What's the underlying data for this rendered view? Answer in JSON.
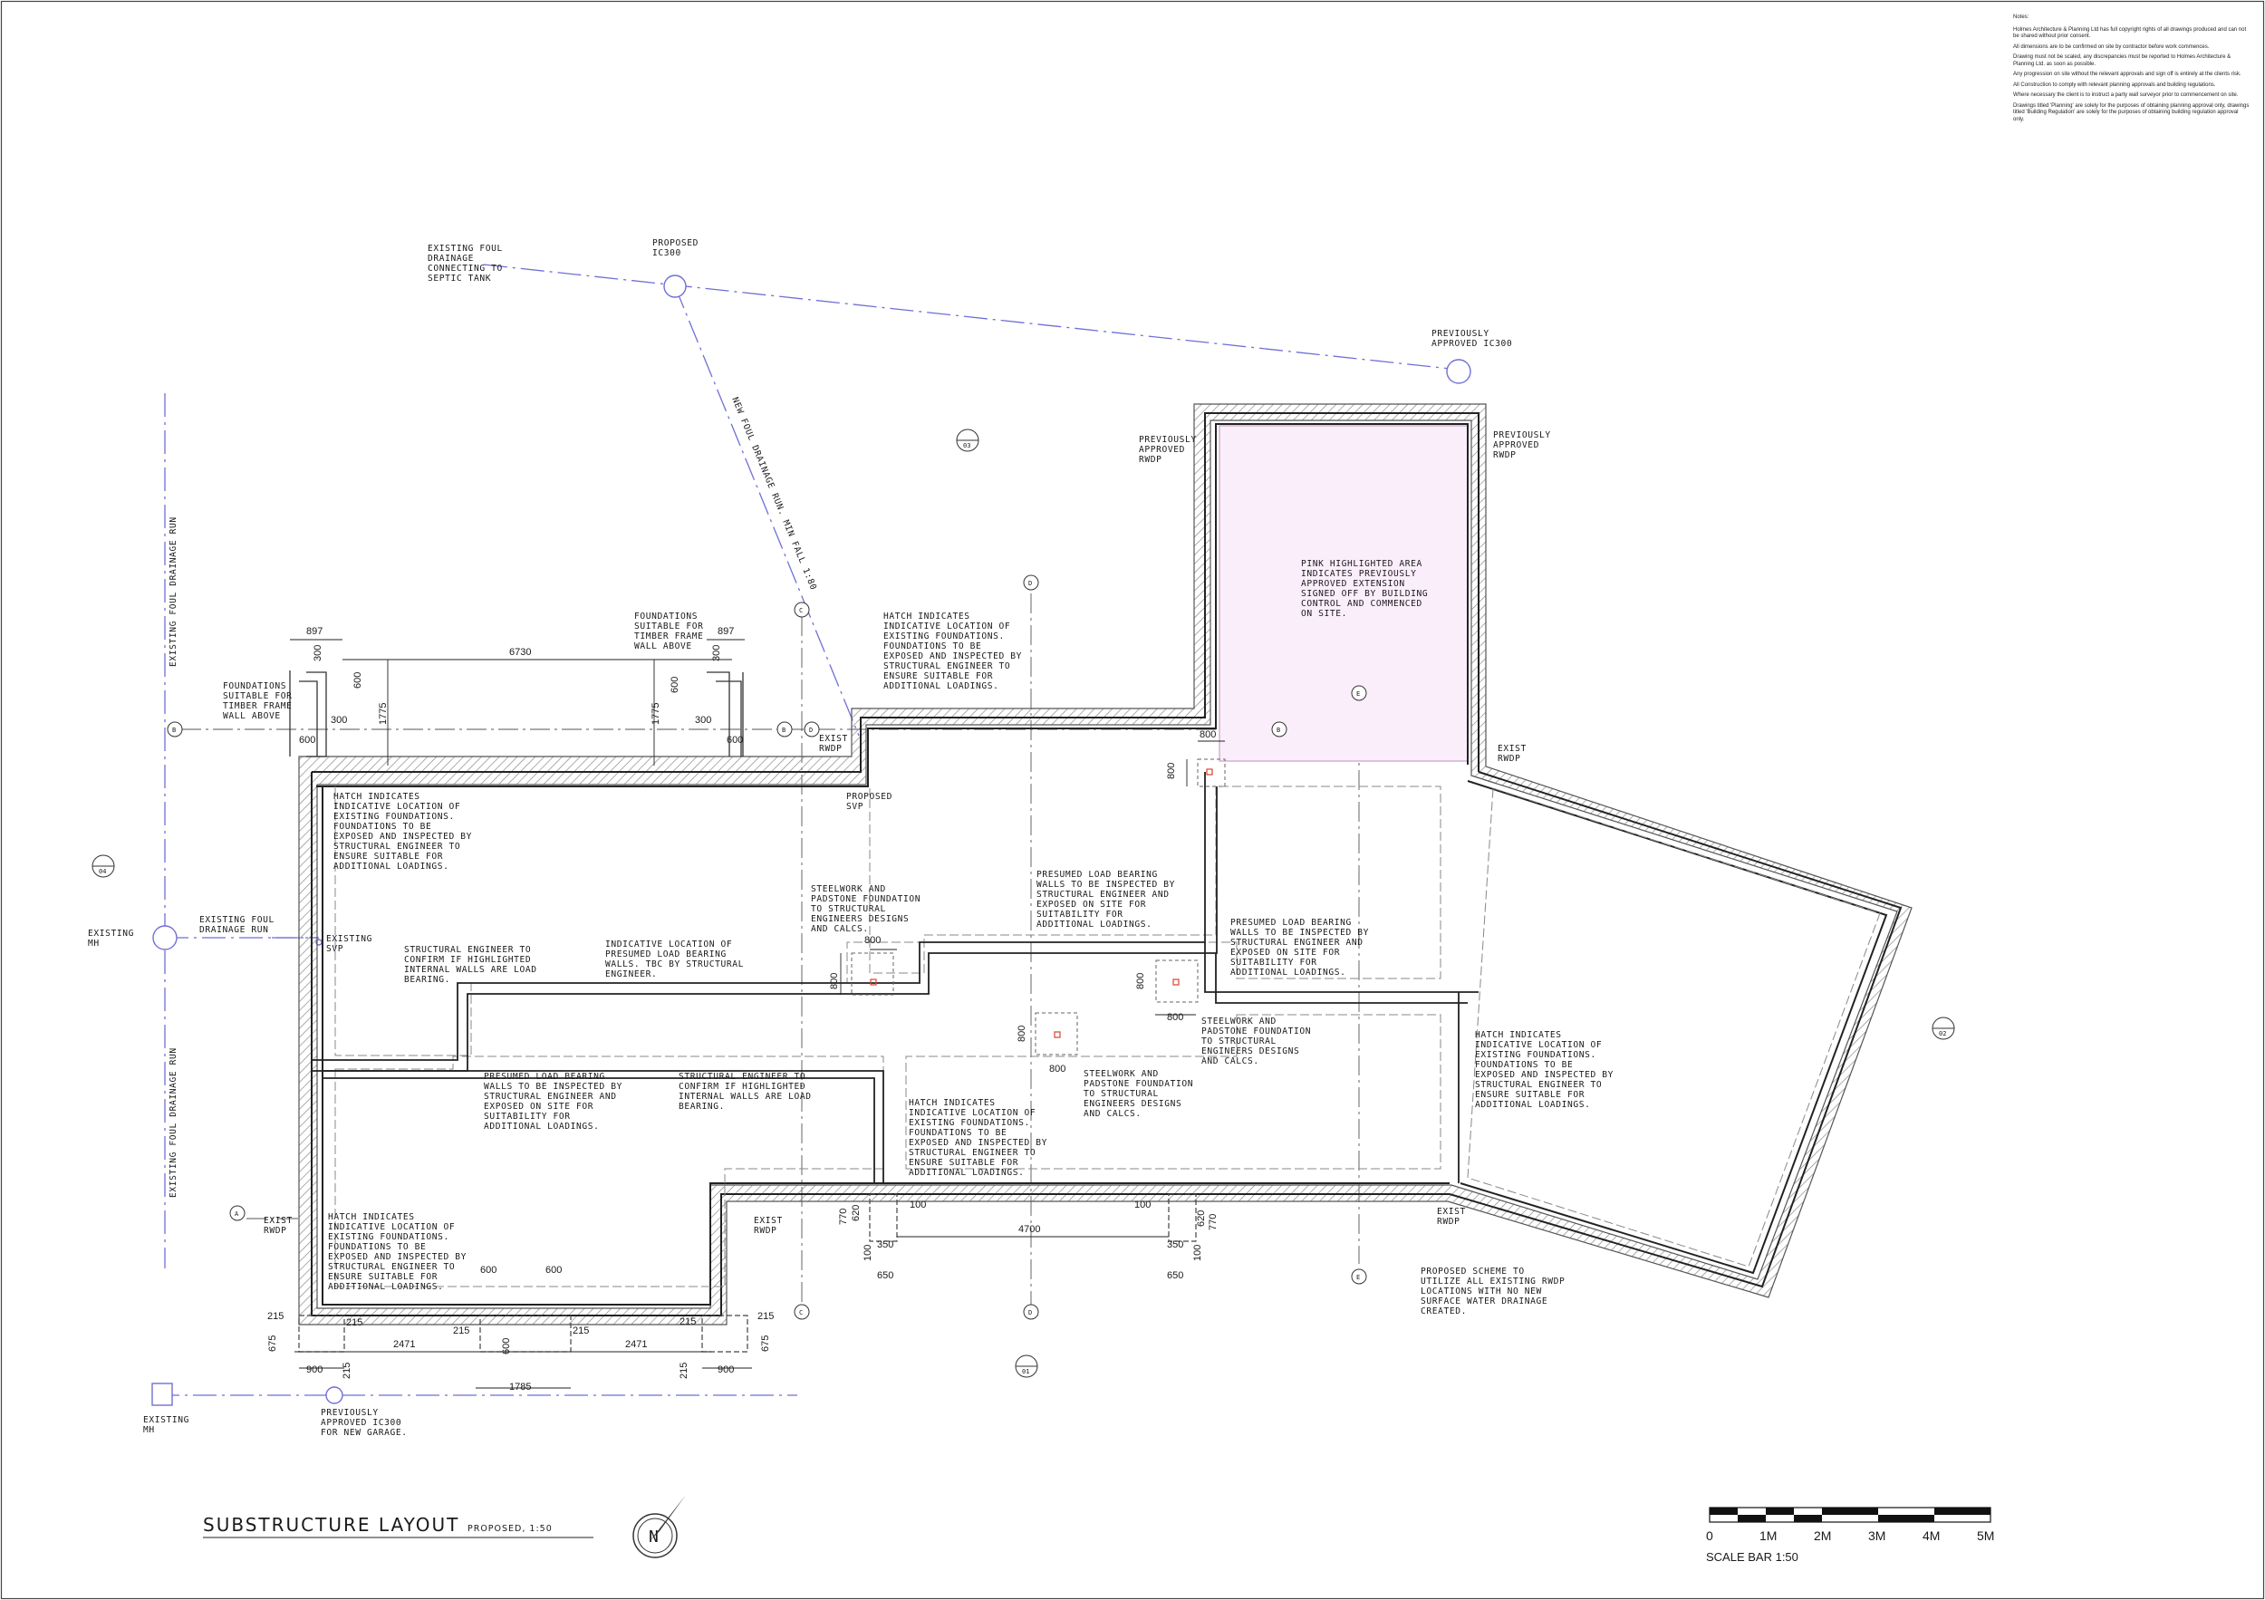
{
  "notes": {
    "heading": "Notes:",
    "items": [
      "Holmes Architecture & Planning Ltd has full copyright rights of all drawings produced and can not be shared without prior consent.",
      "All dimensions are to be confirmed on site by contractor before work commences.",
      "Drawing must not be scaled, any discrepancies must be reported to Holmes Architecture & Planning Ltd. as soon as possible.",
      "Any progression on site without the relevant approvals and sign off is entirely at the clients risk.",
      "All Construction to comply with relevant planning approvals and building regulations.",
      "Where necessary the client is to instruct a party wall surveyor prior to commencement on site.",
      "Drawings titled 'Planning' are solely for the purposes of obtaining planning approval only, drawings titled 'Building Regulation' are solely for the purposes of obtaining building regulation approval only."
    ]
  },
  "title": {
    "main": "SUBSTRUCTURE LAYOUT",
    "sub": "PROPOSED, 1:50",
    "north": "N",
    "north_icon": "north-arrow-icon"
  },
  "scale_bar": {
    "ticks": [
      "0",
      "1M",
      "2M",
      "3M",
      "4M",
      "5M"
    ],
    "caption": "SCALE BAR 1:50"
  },
  "labels": {
    "existing_foul_septic": [
      "EXISTING FOUL",
      "DRAINAGE",
      "CONNECTING TO",
      "SEPTIC TANK"
    ],
    "proposed_ic300": [
      "PROPOSED",
      "IC300"
    ],
    "previously_approved_ic300": [
      "PREVIOUSLY",
      "APPROVED IC300"
    ],
    "new_foul_run": "NEW FOUL DRAINAGE RUN. MIN FALL 1:80",
    "prev_rwdp_left": [
      "PREVIOUSLY",
      "APPROVED",
      "RWDP"
    ],
    "prev_rwdp_right": [
      "PREVIOUSLY",
      "APPROVED",
      "RWDP"
    ],
    "pink_note": [
      "PINK HIGHLIGHTED AREA",
      "INDICATES PREVIOUSLY",
      "APPROVED EXTENSION",
      "SIGNED OFF BY BUILDING",
      "CONTROL AND COMMENCED",
      "ON SITE."
    ],
    "hatch_top": [
      "HATCH INDICATES",
      "INDICATIVE LOCATION OF",
      "EXISTING FOUNDATIONS.",
      "FOUNDATIONS TO BE",
      "EXPOSED AND INSPECTED BY",
      "STRUCTURAL ENGINEER TO",
      "ENSURE SUITABLE FOR",
      "ADDITIONAL LOADINGS."
    ],
    "foundations_tf_right": [
      "FOUNDATIONS",
      "SUITABLE FOR",
      "TIMBER FRAME",
      "WALL ABOVE"
    ],
    "foundations_tf_left": [
      "FOUNDATIONS",
      "SUITABLE FOR",
      "TIMBER FRAME",
      "WALL ABOVE"
    ],
    "exist_rwdp_top": [
      "EXIST",
      "RWDP"
    ],
    "proposed_svp": [
      "PROPOSED",
      "SVP"
    ],
    "hatch_left_top": [
      "HATCH INDICATES",
      "INDICATIVE LOCATION OF",
      "EXISTING FOUNDATIONS.",
      "FOUNDATIONS TO BE",
      "EXPOSED AND INSPECTED BY",
      "STRUCTURAL ENGINEER TO",
      "ENSURE SUITABLE FOR",
      "ADDITIONAL LOADINGS."
    ],
    "existing_mh_top": [
      "EXISTING",
      "MH"
    ],
    "existing_foul_run": [
      "EXISTING FOUL",
      "DRAINAGE RUN"
    ],
    "existing_svp": [
      "EXISTING",
      "SVP"
    ],
    "existing_foul_vertical_top": "EXISTING FOUL DRAINAGE RUN",
    "existing_foul_vertical_bottom": "EXISTING FOUL DRAINAGE RUN",
    "se_confirm_left": [
      "STRUCTURAL ENGINEER TO",
      "CONFIRM IF HIGHLIGHTED",
      "INTERNAL WALLS ARE LOAD",
      "BEARING."
    ],
    "indicative_presumed": [
      "INDICATIVE LOCATION OF",
      "PRESUMED LOAD BEARING",
      "WALLS. TBC BY STRUCTURAL",
      "ENGINEER."
    ],
    "steelwork_1": [
      "STEELWORK AND",
      "PADSTONE FOUNDATION",
      "TO STRUCTURAL",
      "ENGINEERS DESIGNS",
      "AND CALCS."
    ],
    "presumed_center": [
      "PRESUMED LOAD BEARING",
      "WALLS TO BE INSPECTED BY",
      "STRUCTURAL ENGINEER AND",
      "EXPOSED ON SITE FOR",
      "SUITABILITY FOR",
      "ADDITIONAL LOADINGS."
    ],
    "presumed_right": [
      "PRESUMED LOAD BEARING",
      "WALLS TO BE INSPECTED BY",
      "STRUCTURAL ENGINEER AND",
      "EXPOSED ON SITE FOR",
      "SUITABILITY FOR",
      "ADDITIONAL LOADINGS."
    ],
    "steelwork_2": [
      "STEELWORK AND",
      "PADSTONE FOUNDATION",
      "TO STRUCTURAL",
      "ENGINEERS DESIGNS",
      "AND CALCS."
    ],
    "steelwork_3": [
      "STEELWORK AND",
      "PADSTONE FOUNDATION",
      "TO STRUCTURAL",
      "ENGINEERS DESIGNS",
      "AND CALCS."
    ],
    "presumed_left": [
      "PRESUMED LOAD BEARING",
      "WALLS TO BE INSPECTED BY",
      "STRUCTURAL ENGINEER AND",
      "EXPOSED ON SITE FOR",
      "SUITABILITY FOR",
      "ADDITIONAL LOADINGS."
    ],
    "se_confirm_center": [
      "STRUCTURAL ENGINEER TO",
      "CONFIRM IF HIGHLIGHTED",
      "INTERNAL WALLS ARE LOAD",
      "BEARING."
    ],
    "hatch_center": [
      "HATCH INDICATES",
      "INDICATIVE LOCATION OF",
      "EXISTING FOUNDATIONS.",
      "FOUNDATIONS TO BE",
      "EXPOSED AND INSPECTED BY",
      "STRUCTURAL ENGINEER TO",
      "ENSURE SUITABLE FOR",
      "ADDITIONAL LOADINGS."
    ],
    "hatch_right": [
      "HATCH INDICATES",
      "INDICATIVE LOCATION OF",
      "EXISTING FOUNDATIONS.",
      "FOUNDATIONS TO BE",
      "EXPOSED AND INSPECTED BY",
      "STRUCTURAL ENGINEER TO",
      "ENSURE SUITABLE FOR",
      "ADDITIONAL LOADINGS."
    ],
    "exist_rwdp_right_top": [
      "EXIST",
      "RWDP"
    ],
    "exist_rwdp_right_bottom": [
      "EXIST",
      "RWDP"
    ],
    "exist_rwdp_left_bottom": [
      "EXIST",
      "RWDP"
    ],
    "exist_rwdp_mid_bottom": [
      "EXIST",
      "RWDP"
    ],
    "hatch_left_bottom": [
      "HATCH INDICATES",
      "INDICATIVE LOCATION OF",
      "EXISTING FOUNDATIONS.",
      "FOUNDATIONS TO BE",
      "EXPOSED AND INSPECTED BY",
      "STRUCTURAL ENGINEER TO",
      "ENSURE SUITABLE FOR",
      "ADDITIONAL LOADINGS."
    ],
    "existing_mh_bottom": [
      "EXISTING",
      "MH"
    ],
    "prev_ic300_garage": [
      "PREVIOUSLY",
      "APPROVED IC300",
      "FOR NEW GARAGE."
    ],
    "proposed_scheme": [
      "PROPOSED SCHEME TO",
      "UTILIZE ALL EXISTING RWDP",
      "LOCATIONS WITH NO NEW",
      "SURFACE WATER DRAINAGE",
      "CREATED."
    ]
  },
  "dimensions": {
    "d897_left": "897",
    "d897_right": "897",
    "d6730": "6730",
    "d300_a": "300",
    "d600_a": "600",
    "d1775_a": "1775",
    "d300_b": "300",
    "d600_b": "600",
    "d600_c": "600",
    "d1775_b": "1775",
    "d300_c": "300",
    "d300_d": "300",
    "d600_d": "600",
    "d800_top": "800",
    "d800_side": "800",
    "d800_p1_w": "800",
    "d800_p1_h": "800",
    "d800_p2_h": "800",
    "d800_p2_w": "800",
    "d800_p3_h": "800",
    "d800_p3_w": "800",
    "d770_l": "770",
    "d620_l": "620",
    "d100_l": "100",
    "d350_l": "350",
    "d100_lv": "100",
    "d650_l": "650",
    "d4700": "4700",
    "d100_r": "100",
    "d620_r": "620",
    "d770_r": "770",
    "d350_r": "350",
    "d100_rv": "100",
    "d650_r": "650",
    "d600_x": "600",
    "d600_y": "600",
    "d215_a": "215",
    "d215_b": "215",
    "d215_c": "215",
    "d215_d": "215",
    "d215_e": "215",
    "d215_f": "215",
    "d675_l": "675",
    "d675_r": "675",
    "d2471_l": "2471",
    "d2471_r": "2471",
    "d600_z": "600",
    "d1785": "1785",
    "d900_l": "900",
    "d900_r": "900",
    "d215_g": "215",
    "d215_h": "215"
  },
  "markers": {
    "b_left": "B",
    "b_mid": "B",
    "b_right": "B",
    "c_top": "C",
    "c_bottom": "C",
    "d_top": "D",
    "d_bottom": "D",
    "e_top": "E",
    "e_bottom": "E",
    "a_left": "A",
    "sec_01": "01",
    "sec_02": "02",
    "sec_03": "03",
    "sec_04": "04"
  },
  "colors": {
    "pink_fill": "#fbeefb",
    "pink_stroke": "#caa0c8",
    "drain_line": "#6f6fd6",
    "wall": "#222222",
    "hatch": "#9a9a9a",
    "pad_marker": "#d9442c"
  }
}
